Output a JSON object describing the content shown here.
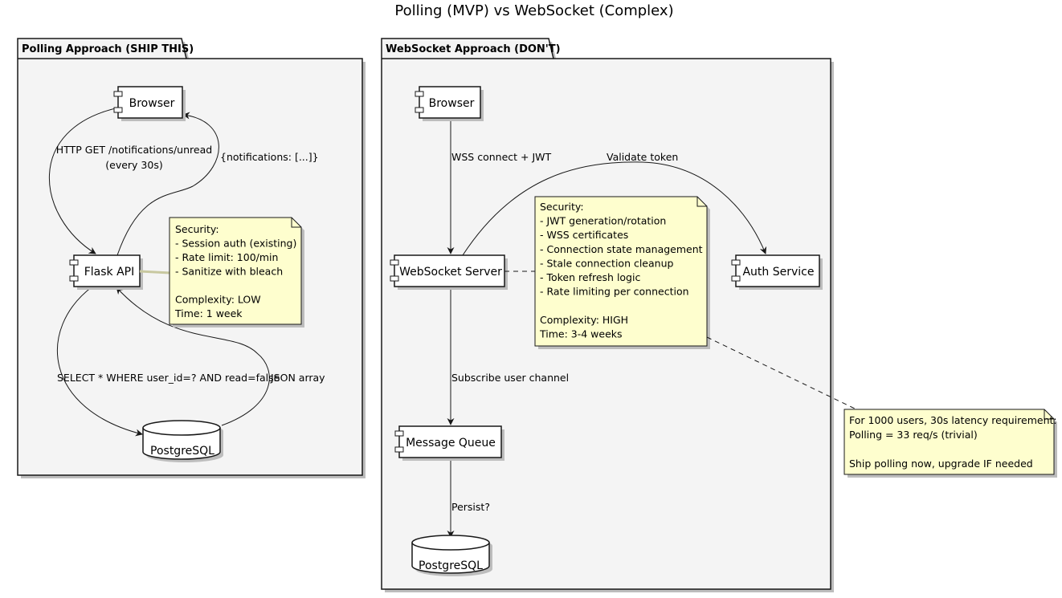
{
  "title": "Polling (MVP) vs WebSocket (Complex)",
  "colors": {
    "package_fill": "#f4f4f4",
    "component_fill": "#ffffff",
    "note_fill": "#fefece",
    "stroke": "#181818",
    "shadow": "#bdbdbd"
  },
  "packages": {
    "polling": {
      "title": "Polling Approach (SHIP THIS)",
      "components": {
        "browser": "Browser",
        "flask_api": "Flask API",
        "postgresql": "PostgreSQL"
      },
      "edges": {
        "get_request": [
          "HTTP GET /notifications/unread",
          "(every 30s)"
        ],
        "notifications_response": "{notifications: [...]}",
        "select_query": "SELECT * WHERE user_id=? AND read=false",
        "json_response": "JSON array"
      },
      "note": [
        "Security:",
        "- Session auth (existing)",
        "- Rate limit: 100/min",
        "- Sanitize with bleach",
        "",
        "Complexity: LOW",
        "Time: 1 week"
      ]
    },
    "websocket": {
      "title": "WebSocket Approach (DON'T)",
      "components": {
        "browser": "Browser",
        "websocket_server": "WebSocket Server",
        "auth_service": "Auth Service",
        "message_queue": "Message Queue",
        "postgresql": "PostgreSQL"
      },
      "edges": {
        "wss_connect": "WSS connect + JWT",
        "validate_token": "Validate token",
        "subscribe": "Subscribe user channel",
        "persist": "Persist?"
      },
      "note": [
        "Security:",
        "- JWT generation/rotation",
        "- WSS certificates",
        "- Connection state management",
        "- Stale connection cleanup",
        "- Token refresh logic",
        "- Rate limiting per connection",
        "",
        "Complexity: HIGH",
        "Time: 3-4 weeks"
      ]
    }
  },
  "summary_note": [
    "For 1000 users, 30s latency requirement:",
    "Polling = 33 req/s (trivial)",
    "",
    "Ship polling now, upgrade IF needed"
  ]
}
